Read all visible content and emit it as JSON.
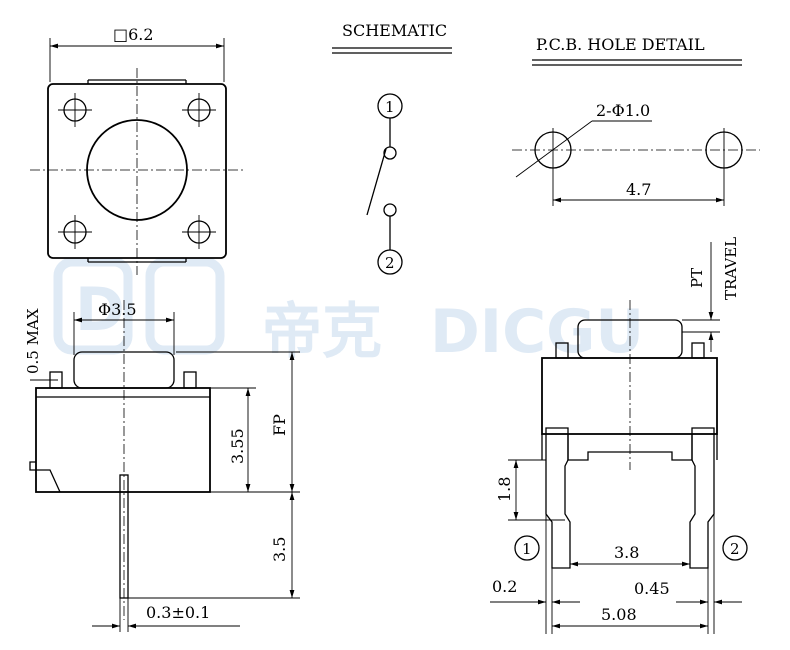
{
  "watermark": {
    "cn": "帝克",
    "latin": "DICGU",
    "logo_letter": "D"
  },
  "top_view": {
    "size_label": "□6.2"
  },
  "schematic": {
    "title": "SCHEMATIC",
    "pin1": "1",
    "pin2": "2"
  },
  "pcb": {
    "title": "P.C.B. HOLE DETAIL",
    "hole_label": "2-Φ1.0",
    "pitch_label": "4.7"
  },
  "side_view": {
    "max_label": "0.5 MAX",
    "actuator_dia": "Φ3.5",
    "body_height": "3.55",
    "fp_label": "FP",
    "lead_length": "3.5",
    "lead_thickness": "0.3±0.1"
  },
  "front_view": {
    "pt_label": "PT",
    "travel_label": "TRAVEL",
    "standoff": "1.8",
    "pin1": "1",
    "pin2": "2",
    "inner_span": "3.8",
    "left_offset": "0.2",
    "lead_width": "0.45",
    "pin_span": "5.08"
  }
}
